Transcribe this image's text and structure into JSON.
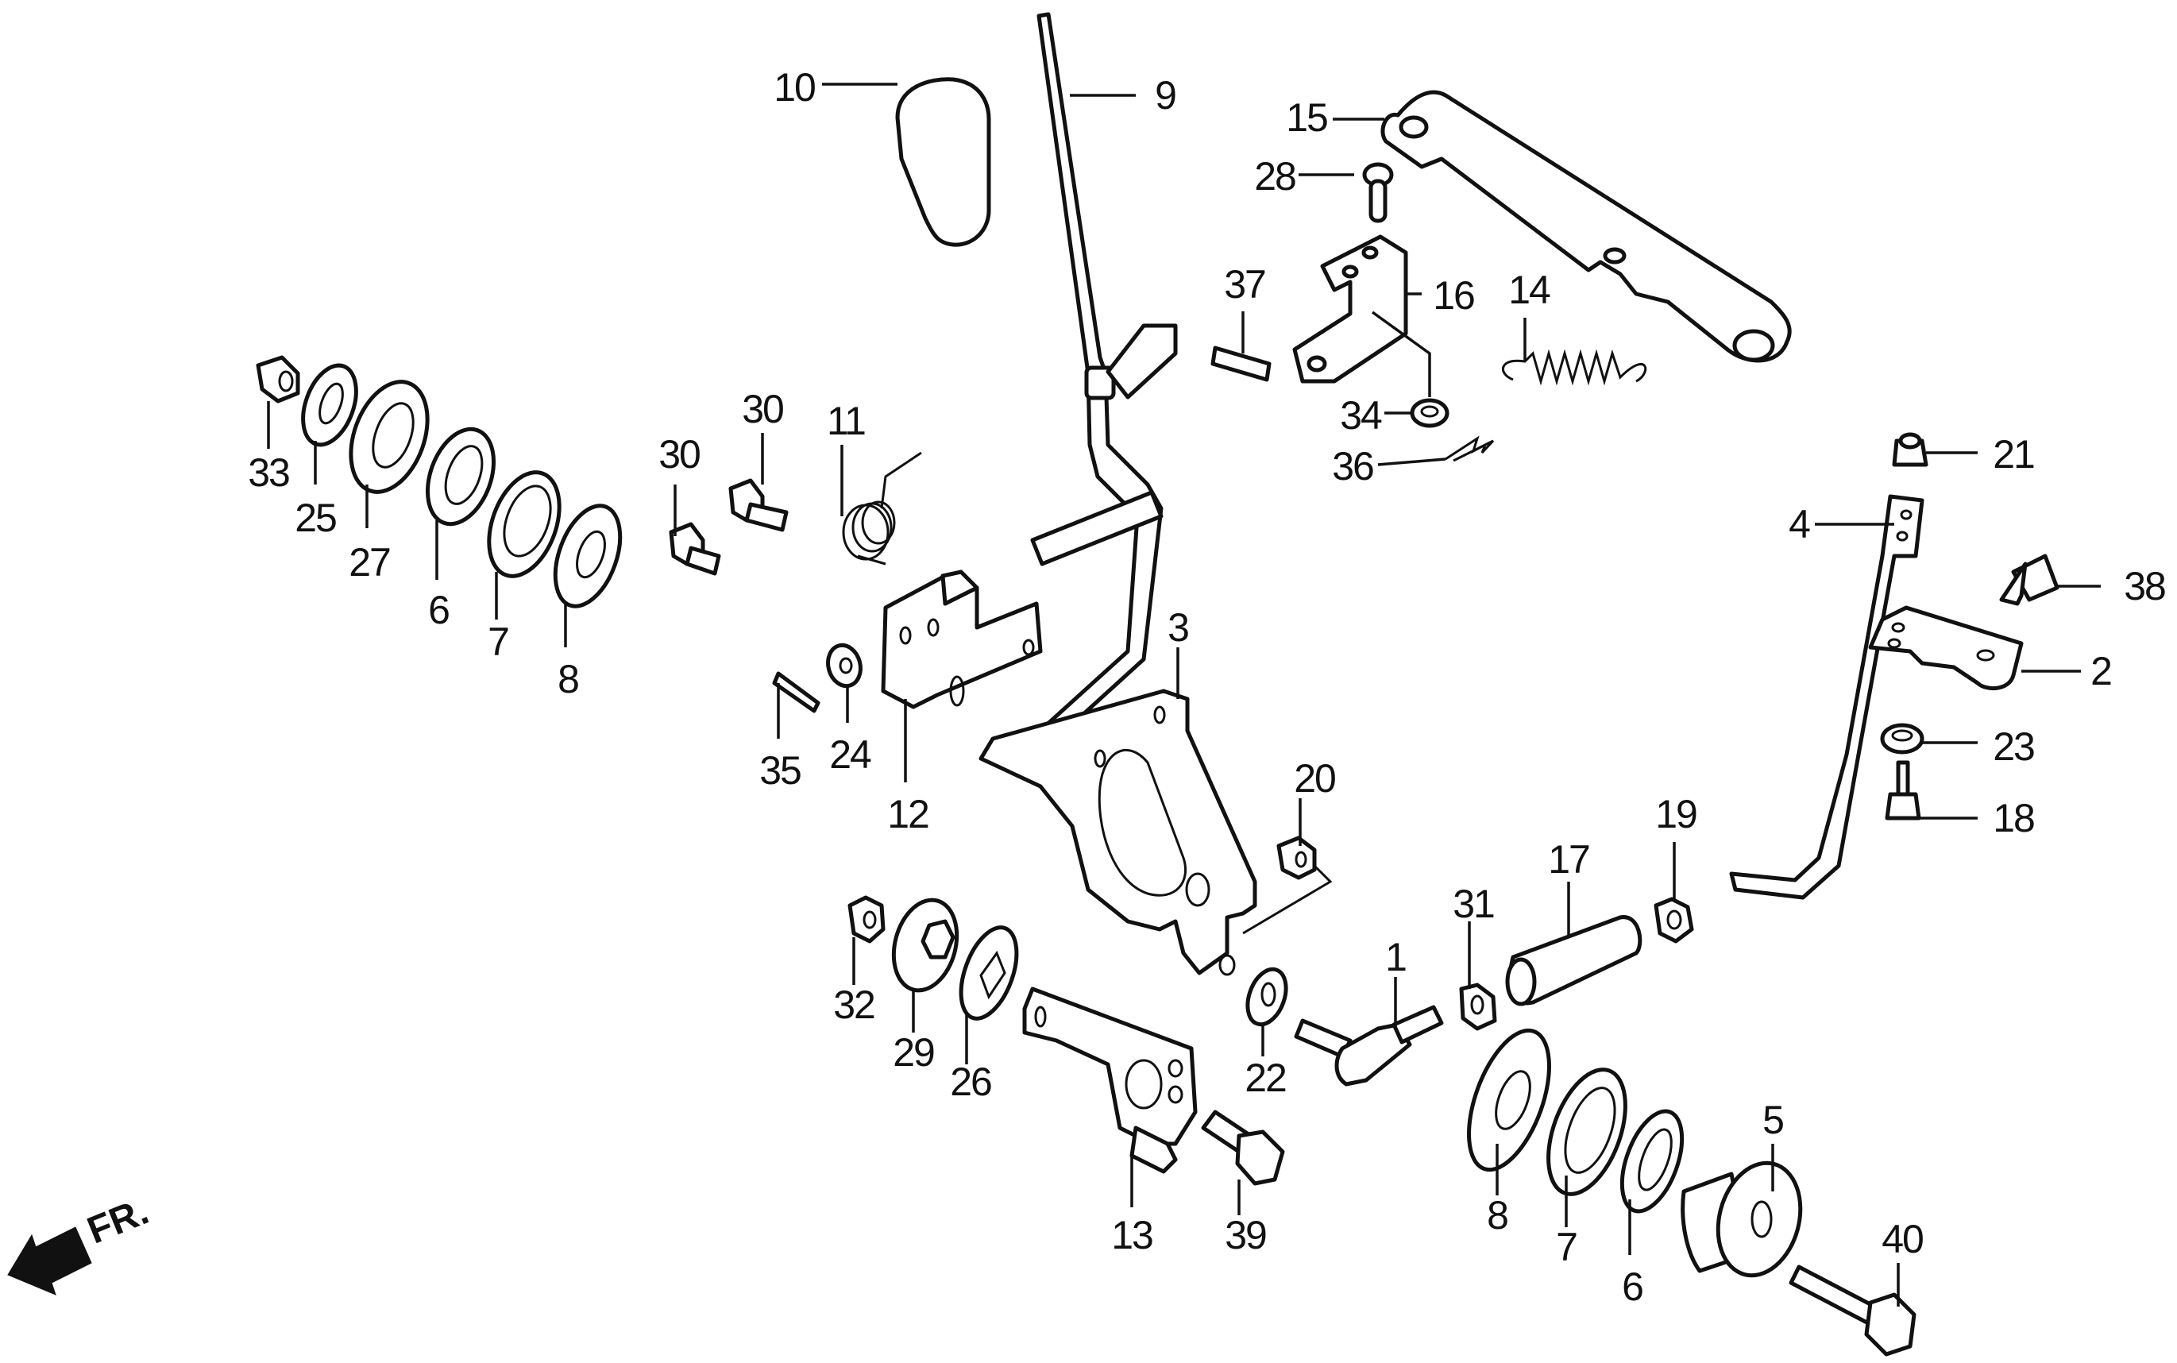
{
  "diagram": {
    "type": "exploded-parts-diagram",
    "direction_indicator": {
      "icon": "front-arrow-icon",
      "label": "FR."
    },
    "callouts": [
      {
        "id": "c10",
        "label": "10",
        "part": "knob"
      },
      {
        "id": "c9",
        "label": "9",
        "part": "shift-lever-rod"
      },
      {
        "id": "c15",
        "label": "15",
        "part": "link-plate"
      },
      {
        "id": "c28",
        "label": "28",
        "part": "pin"
      },
      {
        "id": "c37",
        "label": "37",
        "part": "roll-pin"
      },
      {
        "id": "c16",
        "label": "16",
        "part": "bracket"
      },
      {
        "id": "c14",
        "label": "14",
        "part": "tension-spring"
      },
      {
        "id": "c34",
        "label": "34",
        "part": "washer"
      },
      {
        "id": "c36",
        "label": "36",
        "part": "clip"
      },
      {
        "id": "c21",
        "label": "21",
        "part": "nut"
      },
      {
        "id": "c4",
        "label": "4",
        "part": "rod"
      },
      {
        "id": "c38",
        "label": "38",
        "part": "bolt"
      },
      {
        "id": "c2",
        "label": "2",
        "part": "plate"
      },
      {
        "id": "c23",
        "label": "23",
        "part": "washer"
      },
      {
        "id": "c18",
        "label": "18",
        "part": "bolt"
      },
      {
        "id": "c33",
        "label": "33",
        "part": "nut"
      },
      {
        "id": "c25",
        "label": "25",
        "part": "washer"
      },
      {
        "id": "c27",
        "label": "27",
        "part": "washer"
      },
      {
        "id": "c6a",
        "label": "6",
        "part": "washer"
      },
      {
        "id": "c7a",
        "label": "7",
        "part": "spring-washer"
      },
      {
        "id": "c8a",
        "label": "8",
        "part": "washer"
      },
      {
        "id": "c30a",
        "label": "30",
        "part": "bolt"
      },
      {
        "id": "c30b",
        "label": "30",
        "part": "bolt"
      },
      {
        "id": "c11",
        "label": "11",
        "part": "torsion-spring"
      },
      {
        "id": "c35",
        "label": "35",
        "part": "cotter-pin"
      },
      {
        "id": "c24",
        "label": "24",
        "part": "washer"
      },
      {
        "id": "c12",
        "label": "12",
        "part": "bracket"
      },
      {
        "id": "c3",
        "label": "3",
        "part": "plate"
      },
      {
        "id": "c20",
        "label": "20",
        "part": "nut"
      },
      {
        "id": "c32",
        "label": "32",
        "part": "nut"
      },
      {
        "id": "c29",
        "label": "29",
        "part": "collar"
      },
      {
        "id": "c26",
        "label": "26",
        "part": "washer"
      },
      {
        "id": "c13",
        "label": "13",
        "part": "arm"
      },
      {
        "id": "c39",
        "label": "39",
        "part": "bolt"
      },
      {
        "id": "c22",
        "label": "22",
        "part": "washer"
      },
      {
        "id": "c1",
        "label": "1",
        "part": "ball-joint"
      },
      {
        "id": "c31",
        "label": "31",
        "part": "nut"
      },
      {
        "id": "c17",
        "label": "17",
        "part": "collar"
      },
      {
        "id": "c19",
        "label": "19",
        "part": "nut"
      },
      {
        "id": "c8b",
        "label": "8",
        "part": "washer"
      },
      {
        "id": "c7b",
        "label": "7",
        "part": "spring-washer"
      },
      {
        "id": "c6b",
        "label": "6",
        "part": "washer"
      },
      {
        "id": "c5",
        "label": "5",
        "part": "knob"
      },
      {
        "id": "c40",
        "label": "40",
        "part": "bolt"
      }
    ]
  }
}
